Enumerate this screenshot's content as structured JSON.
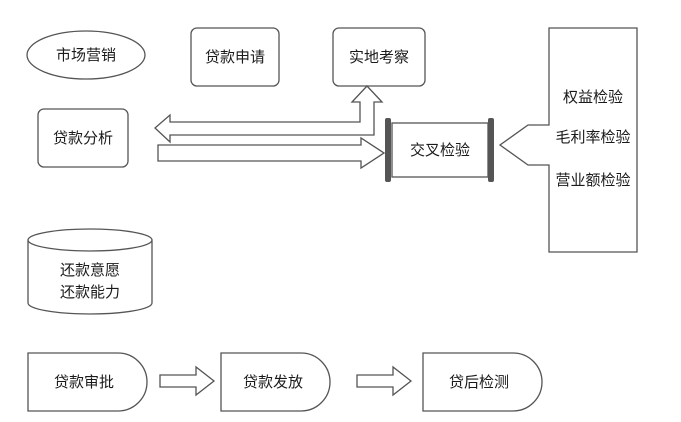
{
  "nodes": {
    "marketing": "市场营销",
    "loan_application": "贷款申请",
    "field_inspection": "实地考察",
    "loan_analysis": "贷款分析",
    "cross_check": "交叉检验",
    "checks": {
      "equity": "权益检验",
      "gross_margin": "毛利率检验",
      "revenue": "营业额检验"
    },
    "repayment": {
      "willingness": "还款意愿",
      "ability": "还款能力"
    },
    "loan_approval": "贷款审批",
    "loan_disbursement": "贷款发放",
    "post_loan_check": "贷后检测"
  },
  "colors": {
    "stroke": "#555555",
    "scroll_bar": "#555555",
    "fill": "#ffffff",
    "text": "#1a1a1a"
  }
}
